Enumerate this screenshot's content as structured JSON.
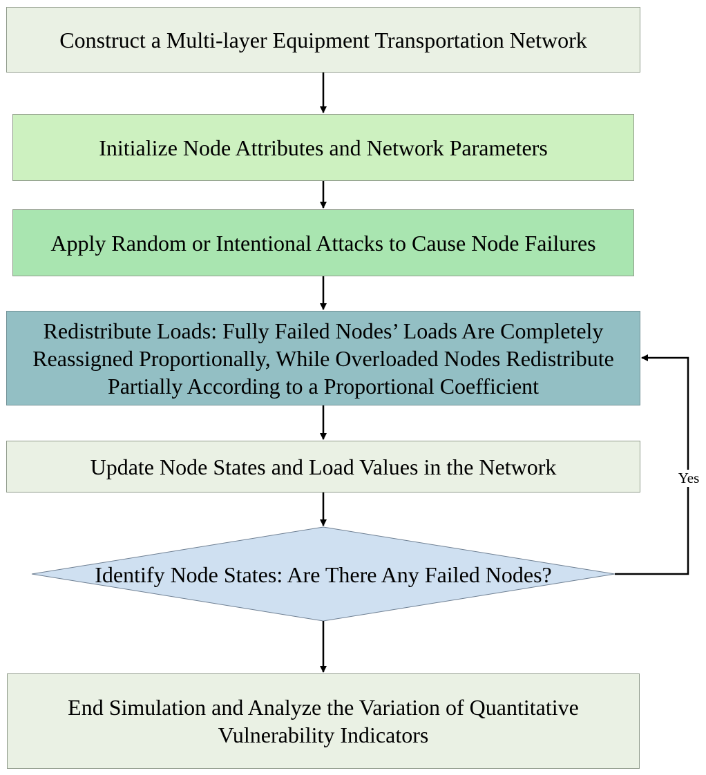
{
  "steps": {
    "construct": "Construct a Multi-layer Equipment Transportation Network",
    "initialize": "Initialize Node Attributes and Network Parameters",
    "attack": "Apply Random or Intentional Attacks to Cause Node Failures",
    "redistribute": "Redistribute Loads: Fully Failed Nodes’ Loads Are Completely\nReassigned Proportionally, While Overloaded Nodes Redistribute\nPartially According to a Proportional Coefficient",
    "update": "Update Node States and Load Values in the Network",
    "decision": "Identify Node States: Are There Any Failed Nodes?",
    "end": "End Simulation and Analyze the Variation of Quantitative\nVulnerability Indicators"
  },
  "edges": {
    "yes_label": "Yes"
  },
  "colors": {
    "light_green": "#eaf1e4",
    "pale_green": "#cdf1c0",
    "mint_green": "#a9e5b0",
    "teal": "#93bfc4",
    "light_blue": "#cfe0f1"
  }
}
